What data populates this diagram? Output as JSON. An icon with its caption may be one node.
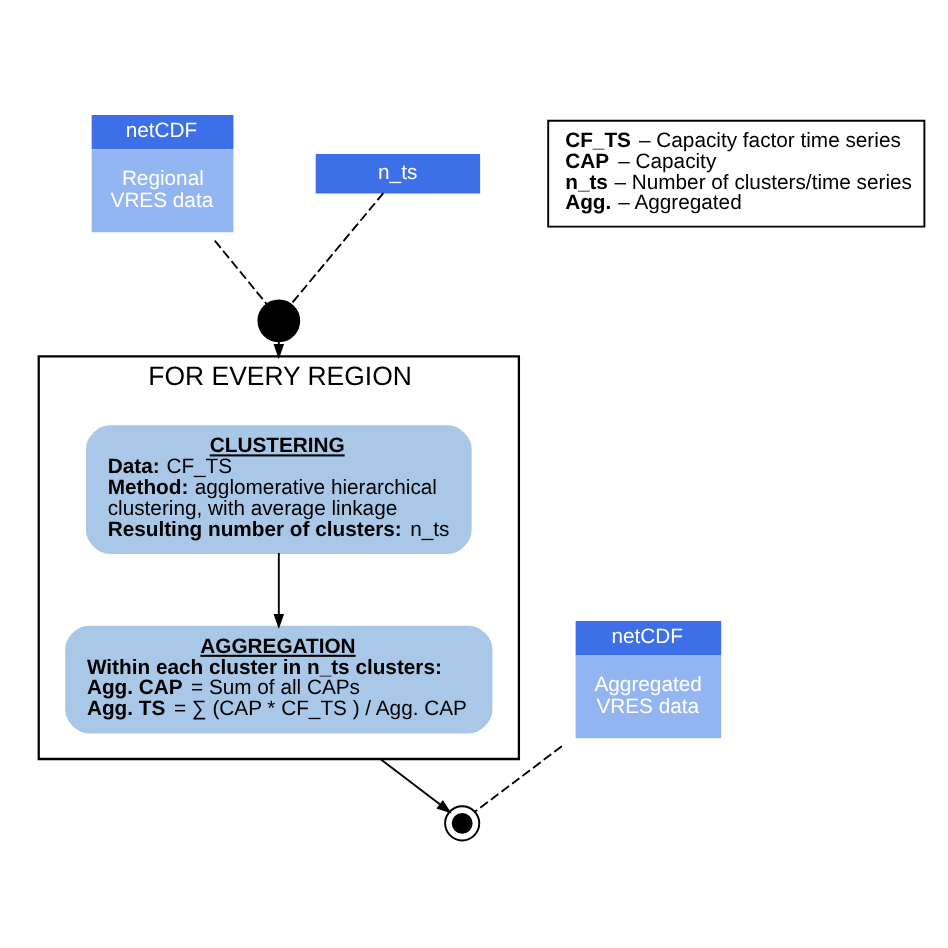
{
  "diagram": {
    "nodes": [
      {
        "text": [
          "netCDF",
          "Regional VRES data"
        ]
      },
      {
        "text": [
          "n_ts"
        ]
      },
      {
        "text": [],
        "shape": "circle"
      },
      {
        "text": [
          "FOR EVERY REGION"
        ]
      },
      {
        "text": [
          "CLUSTERING",
          "**Data:** CF_TS",
          "**Method:** agglomerative hierarchical clustering, with average linkage",
          "**Resulting number of clusters:** n_ts"
        ],
        "in": 3
      },
      {
        "text": [
          "AGGREGATION",
          "**Within each cluster in n_ts clusters:**",
          "**Agg. CAP** = Sum of all CAPs",
          "**Agg. TS** = ∑ (CAP * CF_TS ) / Agg. CAP"
        ],
        "in": 3
      },
      {
        "text": [],
        "shape": "circle"
      },
      {
        "text": [
          "netCDF",
          "Aggregated VRES data"
        ]
      },
      {
        "text": [
          "**CF_TS** – Capacity factor time series",
          "**CAP** – Capacity",
          "**n_ts** – Number of clusters/time series",
          "**Agg.** – Aggregated"
        ]
      }
    ],
    "edges": [
      {
        "from": 0,
        "to": 2,
        "arrow": "none",
        "style": "dashed"
      },
      {
        "from": 1,
        "to": 2,
        "arrow": "none",
        "style": "dashed"
      },
      {
        "from": 2,
        "to": 3,
        "arrow": "to"
      },
      {
        "from": 4,
        "to": 5,
        "arrow": "to"
      },
      {
        "from": 3,
        "to": 6,
        "arrow": "to"
      },
      {
        "from": 7,
        "to": 6,
        "arrow": "none",
        "style": "dashed"
      }
    ]
  }
}
